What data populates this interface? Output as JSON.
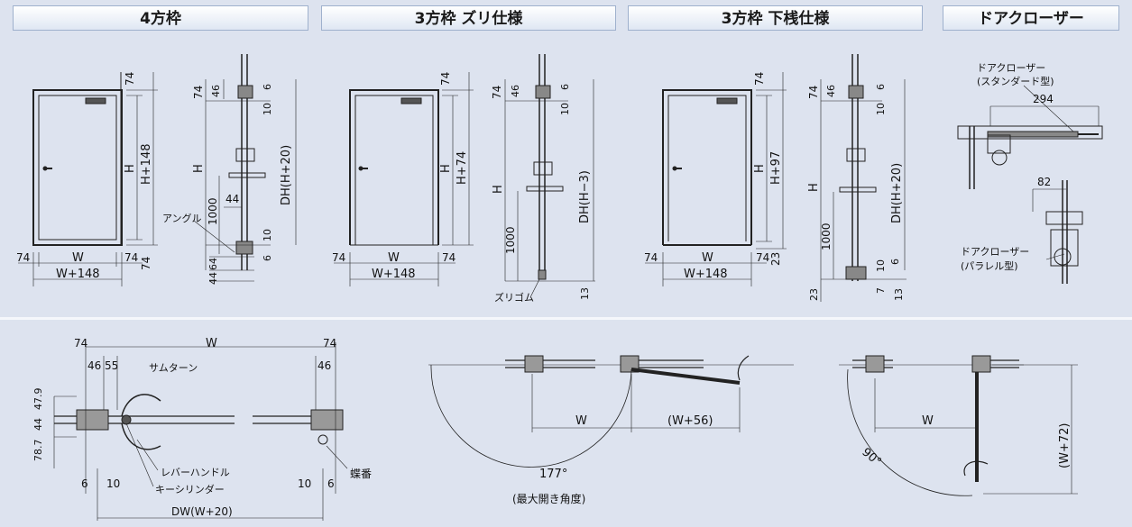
{
  "headers": {
    "h1": "4方枠",
    "h2": "3方枠 ズリ仕様",
    "h3": "3方枠 下桟仕様",
    "h4": "ドアクローザー"
  },
  "d1": {
    "top74": "74",
    "H": "H",
    "H148": "H+148",
    "W": "W",
    "W148": "W+148",
    "l74": "74",
    "r74": "74",
    "r74b": "74"
  },
  "d2": {
    "t74": "74",
    "t46": "46",
    "t6": "6",
    "t10": "10",
    "H": "H",
    "DH": "DH(H+20)",
    "n1000": "1000",
    "n44": "44",
    "n10": "10",
    "n6": "6",
    "n64": "64",
    "n44b": "44",
    "angle": "アングル"
  },
  "d3": {
    "top74": "74",
    "H": "H",
    "H74": "H+74",
    "W": "W",
    "W148": "W+148",
    "l74": "74",
    "r74": "74"
  },
  "d4": {
    "t74": "74",
    "t46": "46",
    "t6": "6",
    "t10": "10",
    "H": "H",
    "DH": "DH(H−3)",
    "n1000": "1000",
    "n13": "13",
    "zuri": "ズリゴム"
  },
  "d5": {
    "top74": "74",
    "H": "H",
    "H97": "H+97",
    "W": "W",
    "W148": "W+148",
    "l74": "74",
    "r74": "74",
    "b23": "23"
  },
  "d6": {
    "t74": "74",
    "t46": "46",
    "t6": "6",
    "t10": "10",
    "H": "H",
    "DH": "DH(H+20)",
    "n1000": "1000",
    "n10": "10",
    "n6": "6",
    "n23": "23",
    "n7": "7",
    "n13": "13"
  },
  "d7": {
    "label1a": "ドアクローザー",
    "label1b": "(スタンダード型)",
    "n294": "294",
    "n82": "82",
    "label2a": "ドアクローザー",
    "label2b": "(パラレル型)"
  },
  "d8": {
    "t74a": "74",
    "W": "W",
    "t74b": "74",
    "n46": "46",
    "n55": "55",
    "thumb": "サムターン",
    "n46b": "46",
    "v1": "78.7",
    "v2": "44",
    "v3": "47.9",
    "lever": "レバーハンドル",
    "key": "キーシリンダー",
    "hinge": "蝶番",
    "n6": "6",
    "n10": "10",
    "n10b": "10",
    "n6b": "6",
    "DW": "DW(W+20)"
  },
  "d9": {
    "W": "W",
    "W56": "(W+56)",
    "deg": "177°",
    "caption": "(最大開き角度)"
  },
  "d10": {
    "W": "W",
    "W72": "(W+72)",
    "deg": "90°"
  }
}
